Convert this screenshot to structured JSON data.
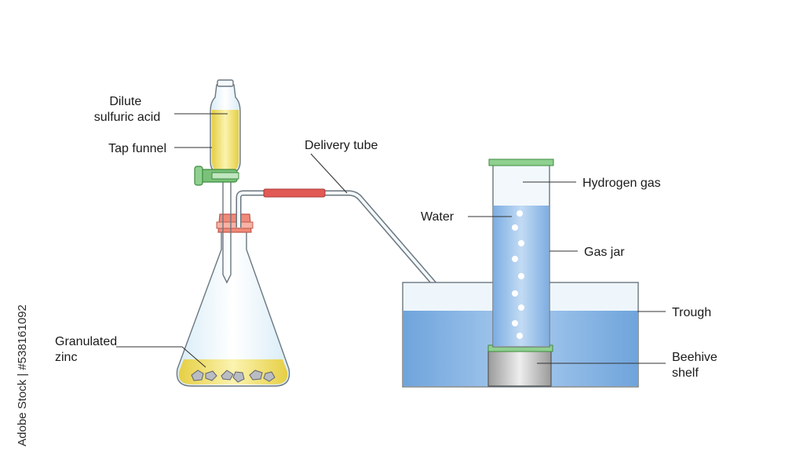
{
  "labels": {
    "dilute_acid": [
      "Dilute",
      "sulfuric acid"
    ],
    "tap_funnel": "Tap funnel",
    "delivery_tube": "Delivery tube",
    "hydrogen_gas": "Hydrogen gas",
    "water": "Water",
    "gas_jar": "Gas jar",
    "trough": "Trough",
    "granulated_zinc": [
      "Granulated",
      "zinc"
    ],
    "beehive_shelf": [
      "Beehive",
      "shelf"
    ]
  },
  "stock_id": "Adobe Stock | #538161092",
  "colors": {
    "acid": "#f1e27a",
    "water": "#8fb8e6",
    "stopper": "#f08a7a",
    "rubber_tube": "#e25a55",
    "tap": "#7ac27a",
    "jar_cap": "#8fd08f",
    "glass_outline": "#6b7780"
  }
}
